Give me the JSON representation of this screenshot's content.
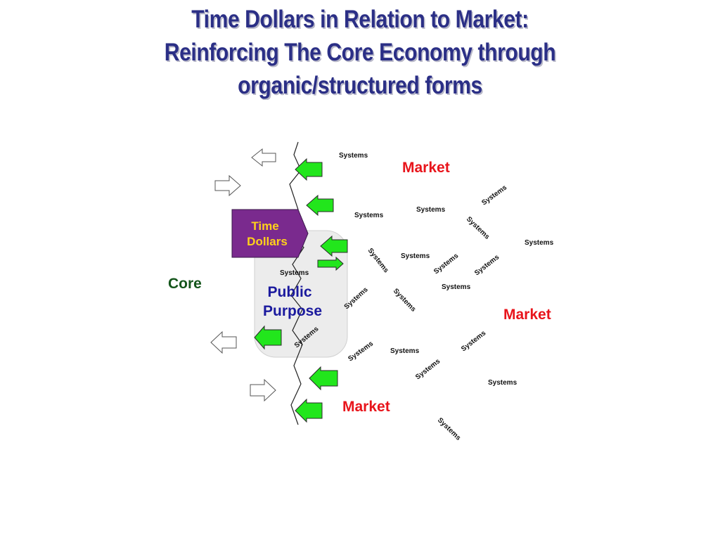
{
  "title_lines": [
    "Time Dollars in Relation to Market:",
    "Reinforcing The Core Economy through",
    "organic/structured forms"
  ],
  "labels": {
    "time_dollars_line1": "Time",
    "time_dollars_line2": "Dollars",
    "public_purpose_line1": "Public",
    "public_purpose_line2": "Purpose",
    "core": "Core",
    "market": "Market"
  },
  "systems_label": "Systems",
  "colors": {
    "title": "#2b2f86",
    "market": "#e8141b",
    "core": "#14551b",
    "public_purpose": "#1b1a9e",
    "time_dollars_fill": "#7a2a8e",
    "time_dollars_text": "#ffd21a",
    "green_arrow": "#22e61c",
    "public_purpose_box": "#ececec"
  },
  "icons": [
    "green-arrow-icon",
    "outline-arrow-icon"
  ]
}
